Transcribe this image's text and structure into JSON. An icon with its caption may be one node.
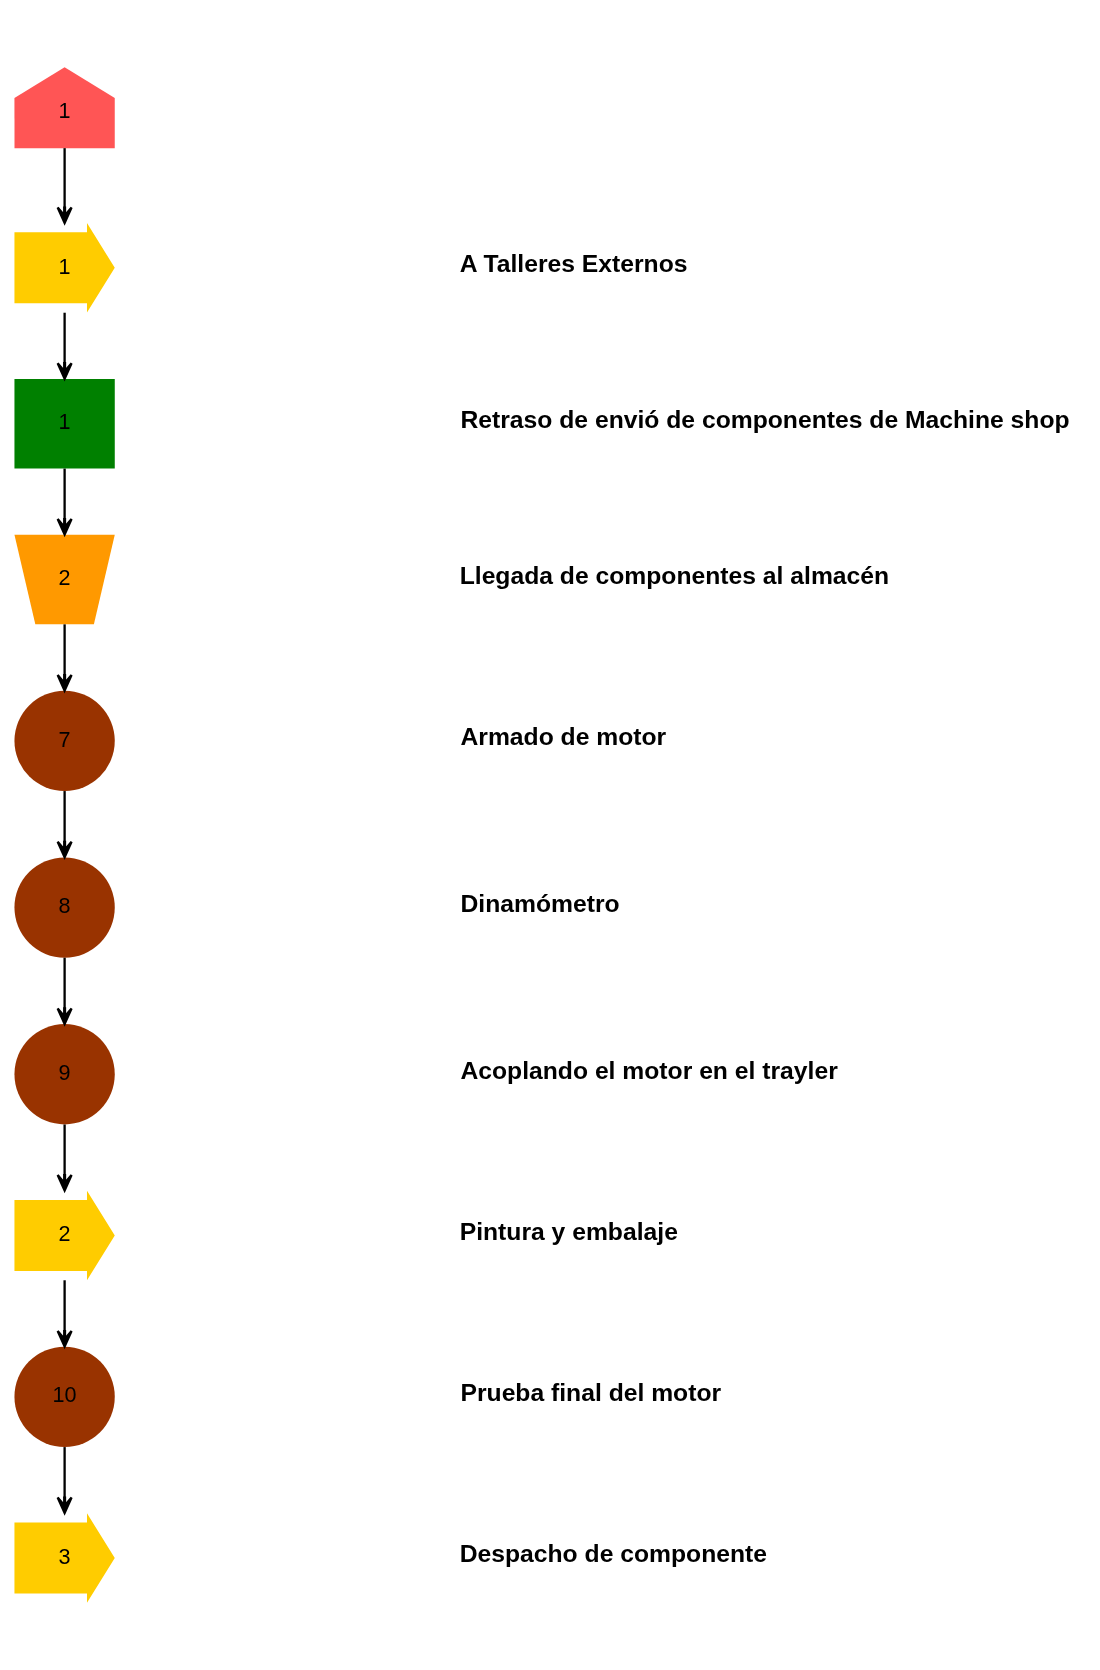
{
  "diagram": {
    "nodes": [
      {
        "text": [
          "1"
        ]
      },
      {
        "text": [
          "1"
        ]
      },
      {
        "text": [
          "1"
        ]
      },
      {
        "text": [
          "2"
        ]
      },
      {
        "text": [
          "7"
        ]
      },
      {
        "text": [
          "8"
        ]
      },
      {
        "text": [
          "9"
        ]
      },
      {
        "text": [
          "2"
        ]
      },
      {
        "text": [
          "10"
        ]
      },
      {
        "text": [
          "3"
        ]
      }
    ],
    "edges": [
      {
        "from": 0,
        "to": 1,
        "arrow": "to"
      },
      {
        "from": 1,
        "to": 2,
        "arrow": "to"
      },
      {
        "from": 2,
        "to": 3,
        "arrow": "to"
      },
      {
        "from": 3,
        "to": 4,
        "arrow": "to"
      },
      {
        "from": 4,
        "to": 5,
        "arrow": "to"
      },
      {
        "from": 5,
        "to": 6,
        "arrow": "to"
      },
      {
        "from": 6,
        "to": 7,
        "arrow": "to"
      },
      {
        "from": 7,
        "to": 8,
        "arrow": "to"
      },
      {
        "from": 8,
        "to": 9,
        "arrow": "to"
      }
    ],
    "labels": [
      "A Talleres Externos",
      "Retraso de envió de componentes de Machine shop",
      "Llegada de componentes al almacén",
      "Armado de motor",
      "Dinamómetro",
      "Acoplando el motor en el trayler",
      "Pintura y embalaje",
      "Prueba final del motor",
      "Despacho de componente"
    ]
  }
}
